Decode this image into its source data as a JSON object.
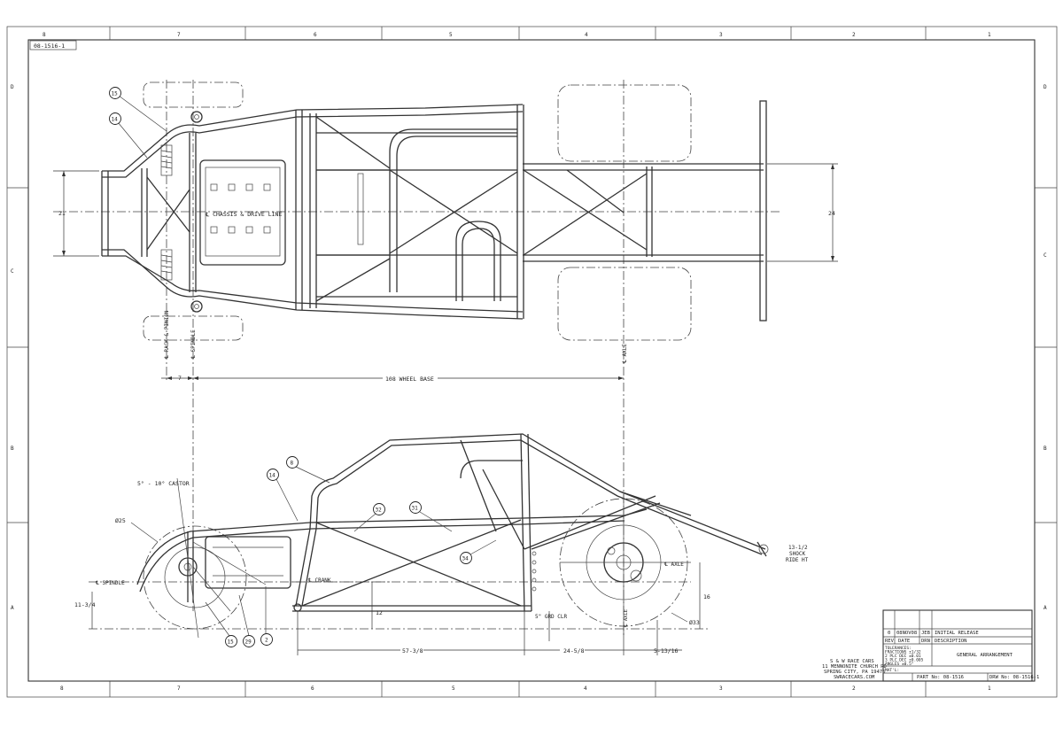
{
  "drawing_number_tab": "08-1516-1",
  "border": {
    "columns": [
      "8",
      "7",
      "6",
      "5",
      "4",
      "3",
      "2",
      "1"
    ],
    "rows": [
      "D",
      "C",
      "B",
      "A"
    ]
  },
  "top_view": {
    "labels": {
      "chassis_driveline": "℄ CHASSIS & DRIVE LINE",
      "rack_pinion": "℄ RACK & PINION",
      "spindle": "℄ SPINDLE",
      "axle": "℄ AXLE"
    },
    "dimensions": {
      "left_width": "21",
      "right_width": "24",
      "front_offset": "7",
      "wheel_base": "108 WHEEL BASE"
    },
    "balloons": [
      "15",
      "14"
    ]
  },
  "side_view": {
    "labels": {
      "castor": "5° - 10° CASTOR",
      "spindle": "℄ SPINDLE",
      "crank": "℄ CRANK",
      "axle_horizontal": "℄ AXLE",
      "axle_vertical": "℄ AXLE",
      "ground_clearance": "5\" GRD CLR",
      "shock_ride_height": [
        "13-1/2",
        "SHOCK",
        "RIDE HT"
      ],
      "front_dia": "Ø25",
      "rear_dia": "Ø33"
    },
    "dimensions": {
      "spindle_height": "11-3/4",
      "crank_height": "12",
      "axle_height": "16",
      "d1": "57-3/8",
      "d2": "24-5/8",
      "d3": "5-13/16"
    },
    "balloons": [
      "8",
      "14",
      "32",
      "31",
      "34",
      "15",
      "29",
      "2"
    ]
  },
  "company": {
    "lines": [
      "S & W RACE CARS",
      "11 MENNONITE CHURCH RD",
      "SPRING CITY, PA 19475",
      "SWRACECARS.COM"
    ]
  },
  "title_block": {
    "rev_row": {
      "rev": "0",
      "date": "08NOV08",
      "drn": "JEB",
      "description": "INITIAL RELEASE"
    },
    "headers": {
      "rev": "REV",
      "date": "DATE",
      "drn": "DRN",
      "description": "DESCRIPTION"
    },
    "tolerances": [
      "TOLERANCES:",
      "FRACTIONS ±1/32",
      "2 PLC DEC ±0.01",
      "3 PLC DEC ±0.005",
      "ANGLES ±0.5°"
    ],
    "matl": "MAT'L:",
    "title": "GENERAL ARRANGEMENT",
    "part_no": "PART No: 08-1516",
    "drw_no": "DRW No: 08-1516-1"
  }
}
